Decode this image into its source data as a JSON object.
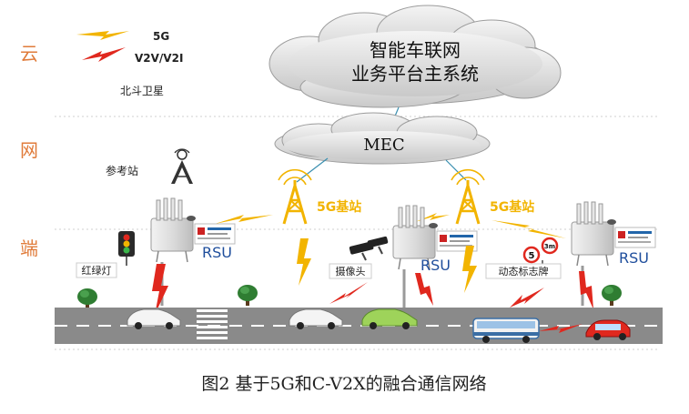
{
  "layers": [
    "云",
    "网",
    "端"
  ],
  "legend": {
    "fiveg": "5G",
    "v2x": "V2V/V2I",
    "beidou": "北斗卫星"
  },
  "cloud": {
    "line1": "智能车联网",
    "line2": "业务平台主系统"
  },
  "mec": "MEC",
  "reference_station": "参考站",
  "base_station_label": "5G基站",
  "rsu_label": "RSU",
  "traffic_light": "红绿灯",
  "camera": "摄像头",
  "dynamic_sign": "动态标志牌",
  "sign_values": {
    "speed": "5",
    "height": "3m"
  },
  "caption": "图2   基于5G和C-V2X的融合通信网络",
  "colors": {
    "layer_label": "#e07b3a",
    "fiveg": "#f2b400",
    "v2x": "#e0281e",
    "rsu_text": "#1f4e9c",
    "road": "#8a8a8a"
  }
}
